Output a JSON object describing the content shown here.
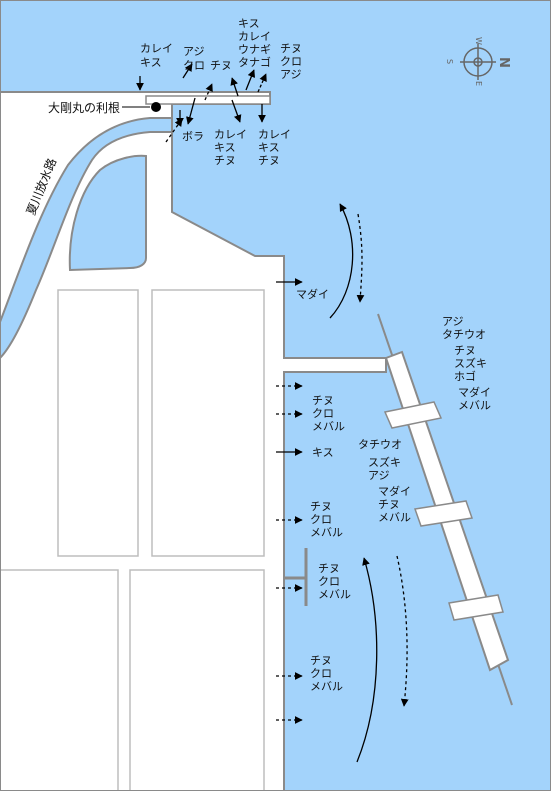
{
  "colors": {
    "sea": "#a3d3fb",
    "land": "#ffffff",
    "edge": "#8a8a8a",
    "arrow": "#000000"
  },
  "places": {
    "spot_name": "大剛丸の利根",
    "channel_name": "夏川放水路"
  },
  "compass": {
    "letters": [
      "N",
      "S",
      "E",
      "W"
    ]
  },
  "fish_labels": {
    "a1": [
      "カレイ",
      "キス"
    ],
    "a2": [
      "アジ",
      "クロ"
    ],
    "a3": [
      "チヌ"
    ],
    "a4": [
      "キス",
      "カレイ",
      "ウナギ",
      "タナゴ"
    ],
    "a5": [
      "チヌ",
      "クロ",
      "アジ"
    ],
    "b1": [
      "ボラ"
    ],
    "b2": [
      "カレイ",
      "キス",
      "チヌ"
    ],
    "b3": [
      "カレイ",
      "キス",
      "チヌ"
    ],
    "c1": [
      "マダイ"
    ],
    "d1": [
      "アジ",
      "タチウオ",
      "チヌ",
      "スズキ",
      "ホゴ",
      "マダイ",
      "メバル"
    ],
    "d2": [
      "チヌ",
      "クロ",
      "メバル"
    ],
    "d3": [
      "キス"
    ],
    "d4": [
      "タチウオ",
      "スズキ",
      "アジ",
      "マダイ",
      "チヌ",
      "メバル"
    ],
    "d5": [
      "チヌ",
      "クロ",
      "メバル"
    ],
    "d6": [
      "チヌ",
      "クロ",
      "メバル"
    ],
    "d7": [
      "チヌ",
      "クロ",
      "メバル"
    ]
  }
}
